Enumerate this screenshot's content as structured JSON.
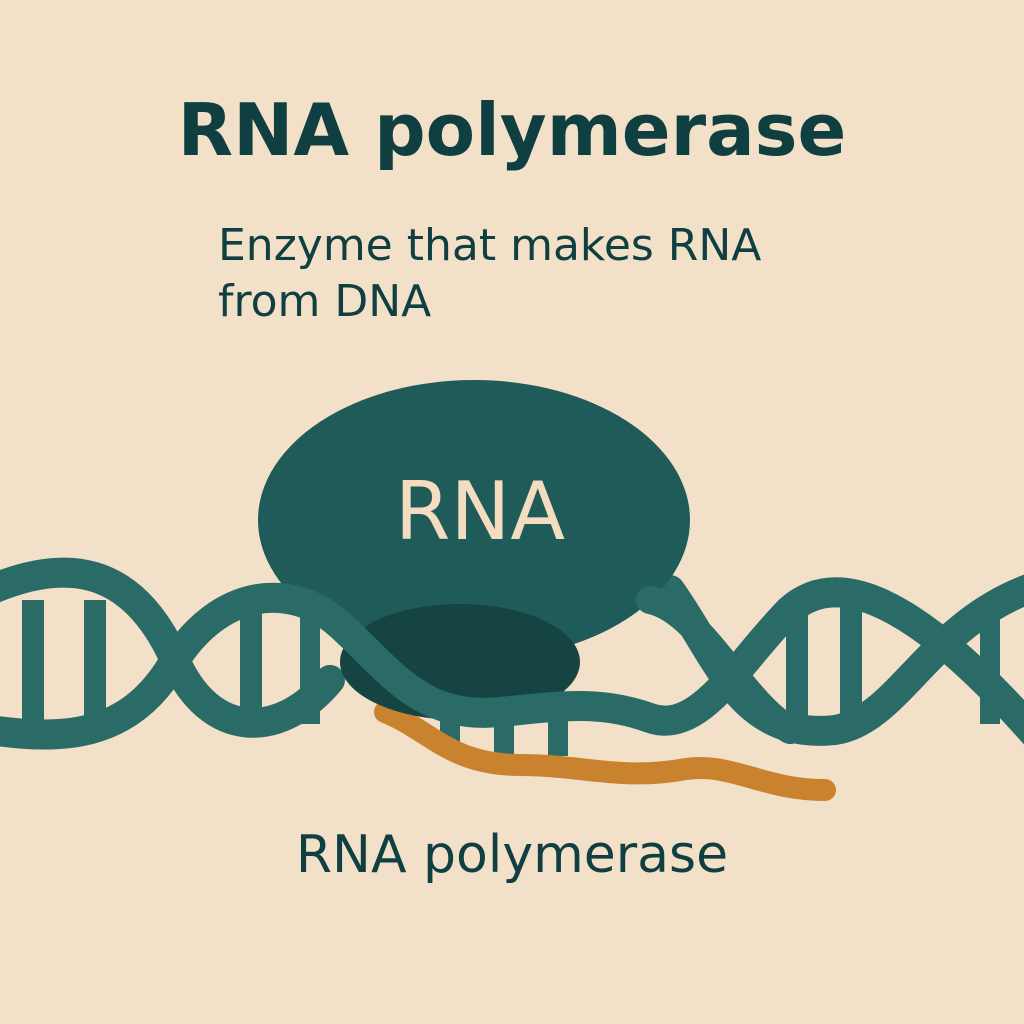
{
  "title": "RNA polymerase",
  "description_line1": "Enzyme that makes RNA",
  "description_line2": "from DNA",
  "enzyme_label": "RNA",
  "caption": "RNA polymerase",
  "colors": {
    "background": "#f3e0c8",
    "dna_teal": "#2a6b68",
    "enzyme_dark": "#1f5c59",
    "enzyme_core": "#154442",
    "rna_strand": "#c9832f",
    "text": "#0f3f40",
    "enzyme_text": "#f3dcc0"
  }
}
